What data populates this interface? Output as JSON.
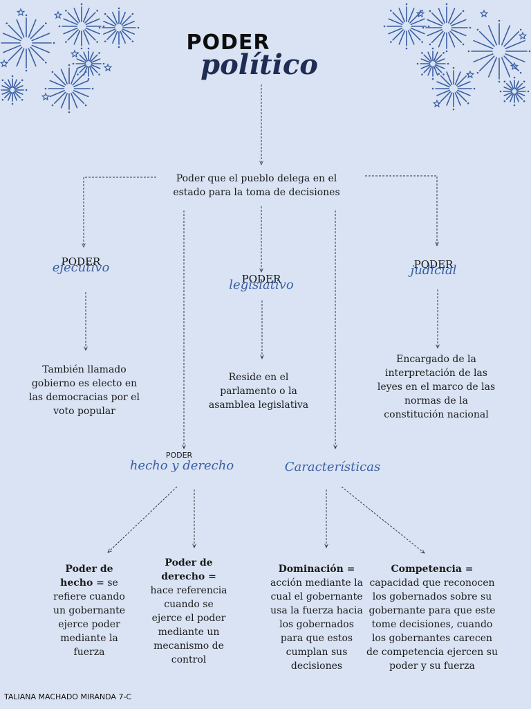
{
  "title": {
    "line1": "PODER",
    "line2": "político"
  },
  "central": "Poder que el pueblo delega en el estado para la toma de decisiones",
  "branches": {
    "ejecutivo": {
      "top": "PODER",
      "name": "ejecutivo",
      "desc": "También llamado gobierno es electo en las democracias por el voto popular"
    },
    "legislativo": {
      "top": "PODER",
      "name": "legislativo",
      "desc": "Reside en el parlamento o la asamblea legislativa"
    },
    "judicial": {
      "top": "PODER",
      "name": "judicial",
      "desc": "Encargado de la interpretación de las leyes en el marco de las normas de la constitución nacional"
    },
    "hecho_derecho": {
      "top": "PODER",
      "name": "hecho y derecho"
    },
    "caracteristicas": {
      "name": "Características"
    }
  },
  "leaves": {
    "hecho": {
      "term": "Poder de hecho =",
      "def": "se refiere cuando un gobernante ejerce poder mediante la fuerza"
    },
    "derecho": {
      "term": "Poder de derecho =",
      "def": "hace referencia cuando se ejerce el poder mediante un mecanismo de control"
    },
    "dominacion": {
      "term": "Dominación =",
      "def": "acción mediante la cual el gobernante usa la fuerza hacia los gobernados para que estos cumplan sus decisiones"
    },
    "competencia": {
      "term": "Competencia =",
      "def": "capacidad que reconocen los gobernados sobre su gobernante para que este tome decisiones, cuando los gobernantes carecen de competencia ejercen su poder y su fuerza"
    }
  },
  "footer": "TALIANA MACHADO MIRANDA 7-C",
  "colors": {
    "background": "#d9e3f3",
    "accent": "#3a5ea3",
    "dark_blue": "#1f2d55",
    "fireworks": "#3a5ea3"
  }
}
